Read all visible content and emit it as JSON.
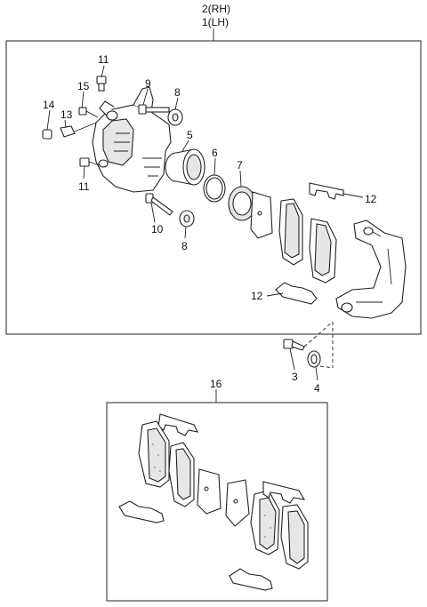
{
  "header": {
    "rh_label": "2(RH)",
    "lh_label": "1(LH)"
  },
  "callouts": {
    "c1": "11",
    "c2": "15",
    "c3": "14",
    "c4": "13",
    "c5": "9",
    "c6": "8",
    "c7": "5",
    "c8": "6",
    "c9": "7",
    "c10": "11",
    "c11": "10",
    "c12": "8",
    "c13": "12",
    "c14": "12",
    "c15": "3",
    "c16": "4",
    "c17": "16"
  },
  "colors": {
    "line": "#222222",
    "fill": "#ffffff",
    "shade": "#e6e6e6"
  }
}
